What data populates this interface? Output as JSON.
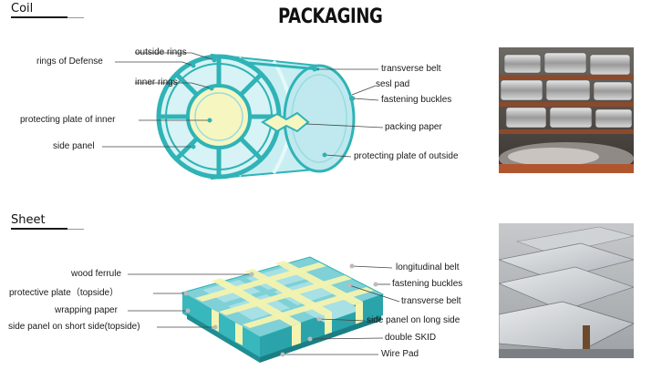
{
  "title": "PACKAGING",
  "coil": {
    "heading": "Coil",
    "labels": {
      "rings_of_defense": "rings of Defense",
      "outside_rings": "outside rings",
      "inner_rings": "inner rings",
      "protecting_plate_inner": "protecting plate of inner",
      "side_panel": "side panel",
      "transverse_belt": "transverse belt",
      "sesl_pad": "sesl pad",
      "fastening_buckles": "fastening buckles",
      "packing_paper": "packing paper",
      "protecting_plate_outside": "protecting plate of outside"
    }
  },
  "sheet": {
    "heading": "Sheet",
    "labels": {
      "wood_ferrule": "wood ferrule",
      "protective_plate_topside": "protective plate（topside）",
      "wrapping_paper": "wrapping paper",
      "side_panel_short": "side panel on short side(topside)",
      "longitudinal_belt": "longitudinal belt",
      "fastening_buckles": "fastening buckles",
      "transverse_belt": "transverse belt",
      "side_panel_long": "side panel on long side",
      "double_skid": "double SKID",
      "wire_pad": "Wire Pad"
    }
  },
  "colors": {
    "teal": "#2fb3b6",
    "light_teal": "#c8eef2",
    "yellow": "#f4f4b0",
    "leader": "#333333"
  }
}
